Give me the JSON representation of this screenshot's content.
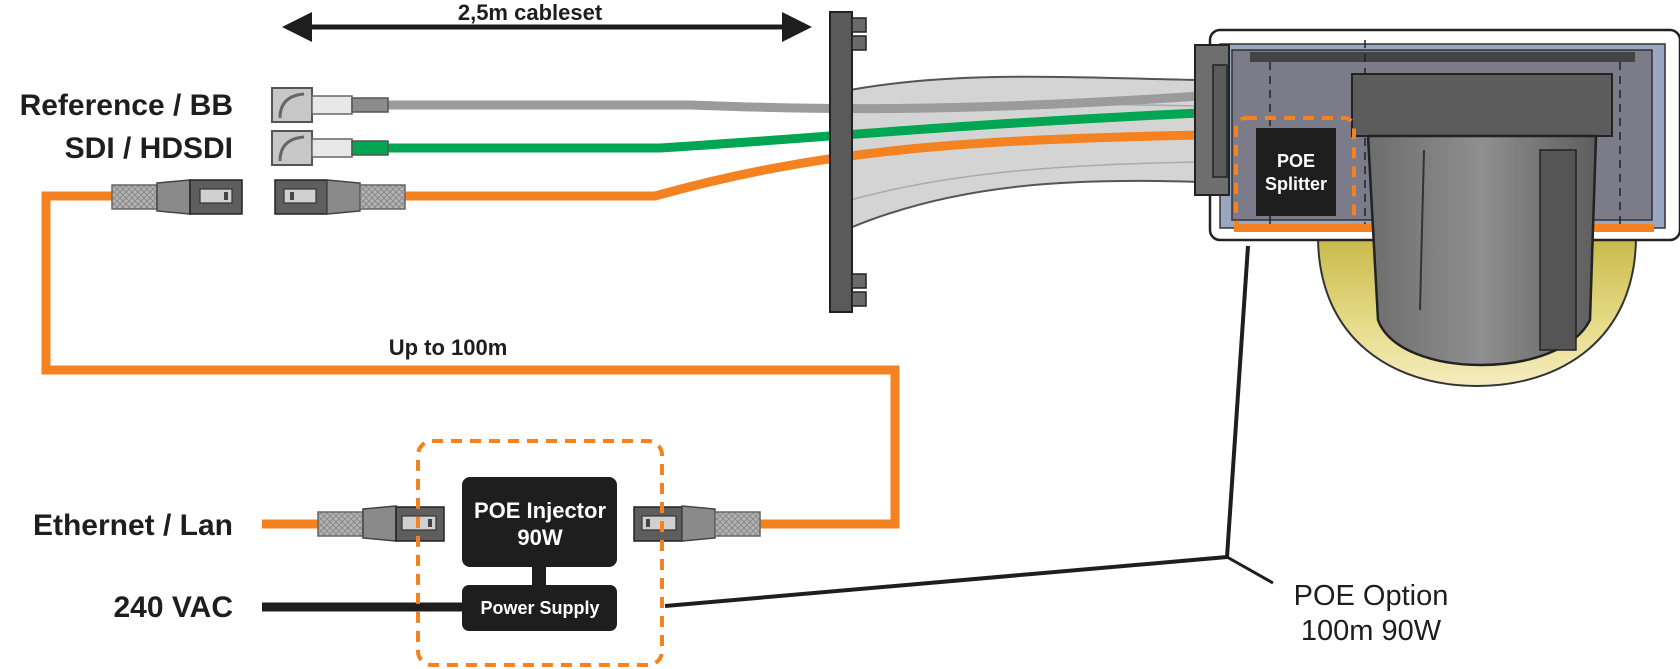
{
  "colors": {
    "orange": "#f58220",
    "green": "#00a651",
    "grey_cable": "#9b9b9b",
    "black": "#1e1e1e",
    "dashed_orange": "#f58220",
    "camera_body": "#7a7a7a",
    "dome_fill": "#d9cc5a"
  },
  "labels": {
    "cableset": "2,5m cableset",
    "reference": "Reference / BB",
    "sdi": "SDI / HDSDI",
    "up_to": "Up to 100m",
    "ethernet": "Ethernet / Lan",
    "vac": "240 VAC",
    "poe_option_line1": "POE Option",
    "poe_option_line2": "100m 90W"
  },
  "boxes": {
    "injector_line1": "POE Injector",
    "injector_line2": "90W",
    "power_supply": "Power Supply",
    "splitter_line1": "POE",
    "splitter_line2": "Splitter"
  },
  "icons": [
    "bnc-connector-icon",
    "rj45-connector-icon",
    "dome-camera-icon",
    "double-arrow-icon"
  ]
}
